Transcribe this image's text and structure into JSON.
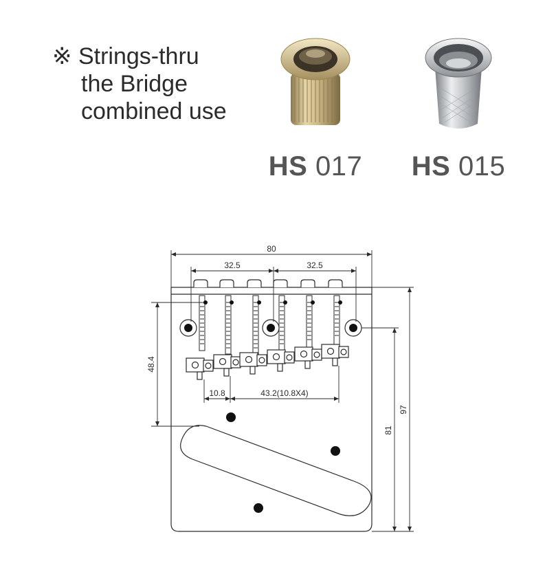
{
  "note": {
    "symbol": "※",
    "line1": "Strings-thru",
    "line2": "the Bridge",
    "line3": "combined use"
  },
  "products": [
    {
      "code_bold": "HS",
      "code_num": "017",
      "finish": "gold",
      "icon": "ferrule-knurled-gold-icon"
    },
    {
      "code_bold": "HS",
      "code_num": "015",
      "finish": "chrome",
      "icon": "ferrule-knurled-chrome-icon"
    }
  ],
  "dimensions": {
    "overall_width": "80",
    "half_span_left": "32.5",
    "half_span_right": "32.5",
    "saddle_pitch": "10.8",
    "saddle_span": "43.2(10.8X4)",
    "saddle_depth": "48.4",
    "mount_height": "81",
    "overall_height": "97"
  },
  "colors": {
    "line": "#2a2a2a",
    "gold": "#c9b27a",
    "chrome": "#b9bcbf"
  }
}
